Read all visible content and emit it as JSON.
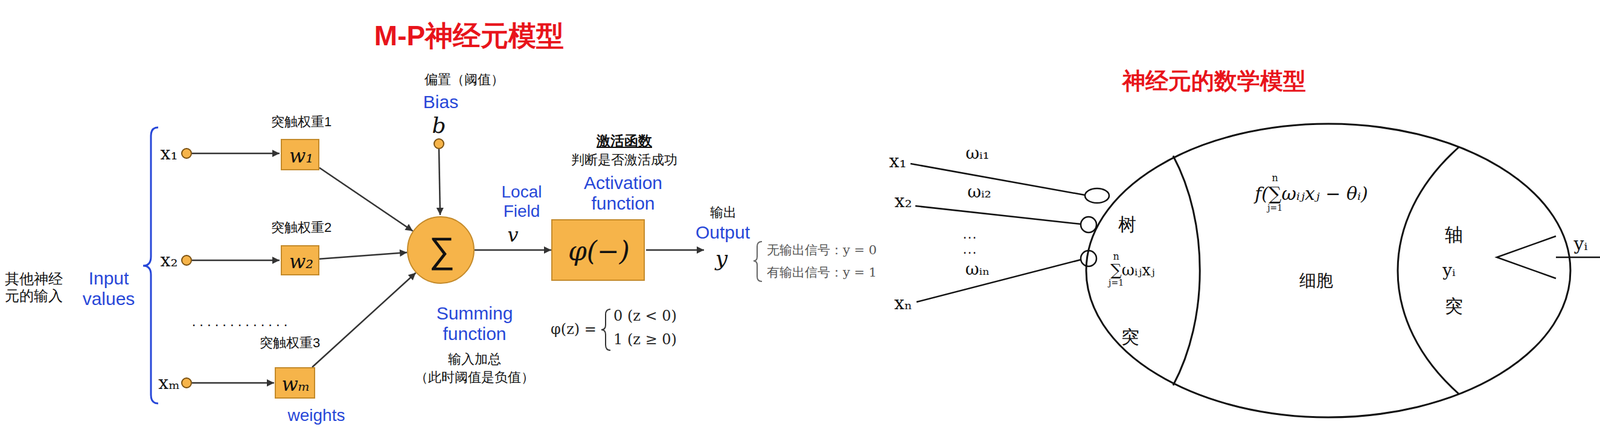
{
  "diagram": {
    "title": "M-P神经元模型",
    "nodes": [
      {
        "text": [
          "突触权重1",
          "w₁"
        ]
      },
      {
        "text": [
          "突触权重2",
          "w₂"
        ]
      },
      {
        "text": [
          "突触权重3",
          "wₘ"
        ]
      },
      {
        "text": [
          "∑"
        ]
      },
      {
        "text": [
          "φ(−)"
        ]
      },
      {
        "text": [
          "f(∑ωᵢⱼxⱼ − θᵢ)",
          "细胞"
        ]
      },
      {
        "text": [
          "树",
          "∑ωᵢⱼxⱼ",
          "突"
        ],
        "in": 5
      },
      {
        "text": [
          "轴",
          "yᵢ",
          "突"
        ],
        "in": 5
      }
    ],
    "edges": [
      {
        "from": 0,
        "to": 3,
        "arrow": "to"
      },
      {
        "from": 1,
        "to": 3,
        "arrow": "to"
      },
      {
        "from": 2,
        "to": 3,
        "arrow": "to"
      },
      {
        "from": 3,
        "to": 4,
        "arrow": "to",
        "label": "v"
      }
    ],
    "labels": [
      "神经元的数学模型",
      "其他神经元的输入",
      "Input values",
      "x₁",
      "x₂",
      "xₘ",
      ".............",
      "weights",
      "偏置（阈值）",
      "Bias",
      "b",
      "Summing function",
      "输入加总",
      "（此时阈值是负值）",
      "Local Field",
      "激活函数",
      "判断是否激活成功",
      "Activation function",
      "φ(z) =",
      "0 (z < 0)",
      "1 (z ≥ 0)",
      "输出",
      "Output",
      "y",
      "无输出信号：y = 0",
      "有输出信号：y = 1",
      "x₁",
      "ωᵢ₁",
      "x₂",
      "ωᵢ₂",
      "···",
      "···",
      "ωᵢₙ",
      "xₙ",
      "n",
      "j=1",
      "n",
      "j=1",
      "yᵢ"
    ]
  }
}
